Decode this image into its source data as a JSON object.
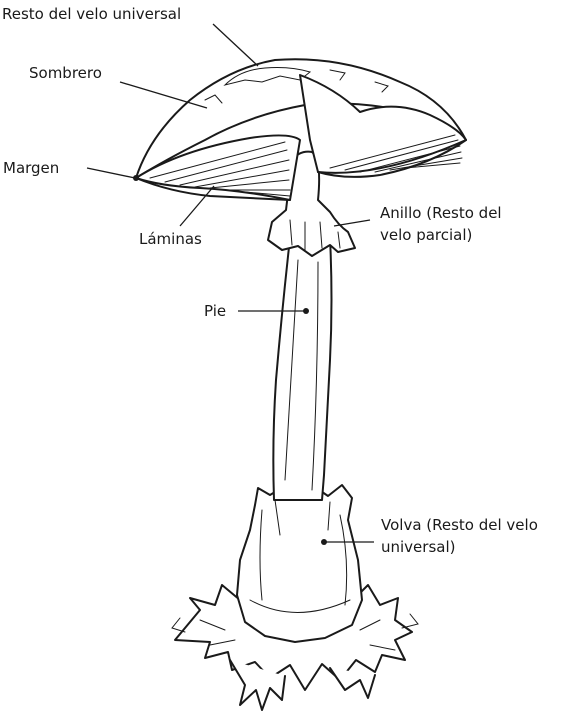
{
  "labels": {
    "resto_velo_universal": "Resto del velo universal",
    "sombrero": "Sombrero",
    "margen": "Margen",
    "laminas": "Láminas",
    "anillo_l1": "Anillo (Resto del",
    "anillo_l2": "velo parcial)",
    "pie": "Pie",
    "volva_l1": "Volva (Resto del velo",
    "volva_l2": "universal)"
  }
}
